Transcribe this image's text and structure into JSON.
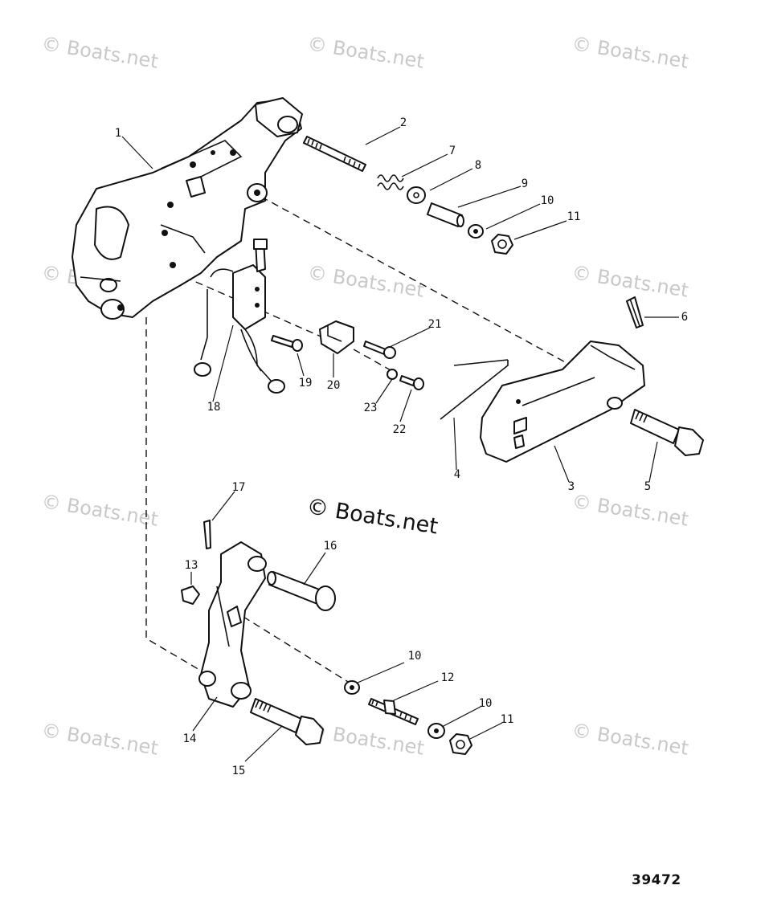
{
  "watermark": {
    "text": "© Boats.net"
  },
  "callouts": {
    "c1": "1",
    "c2": "2",
    "c3": "3",
    "c4": "4",
    "c5": "5",
    "c6": "6",
    "c7": "7",
    "c8": "8",
    "c9": "9",
    "c10a": "10",
    "c10b": "10",
    "c10c": "10",
    "c11a": "11",
    "c11b": "11",
    "c12": "12",
    "c13": "13",
    "c14": "14",
    "c15": "15",
    "c16": "16",
    "c17": "17",
    "c18": "18",
    "c19": "19",
    "c20": "20",
    "c21": "21",
    "c22": "22",
    "c23": "23"
  },
  "figure_number": "39472"
}
